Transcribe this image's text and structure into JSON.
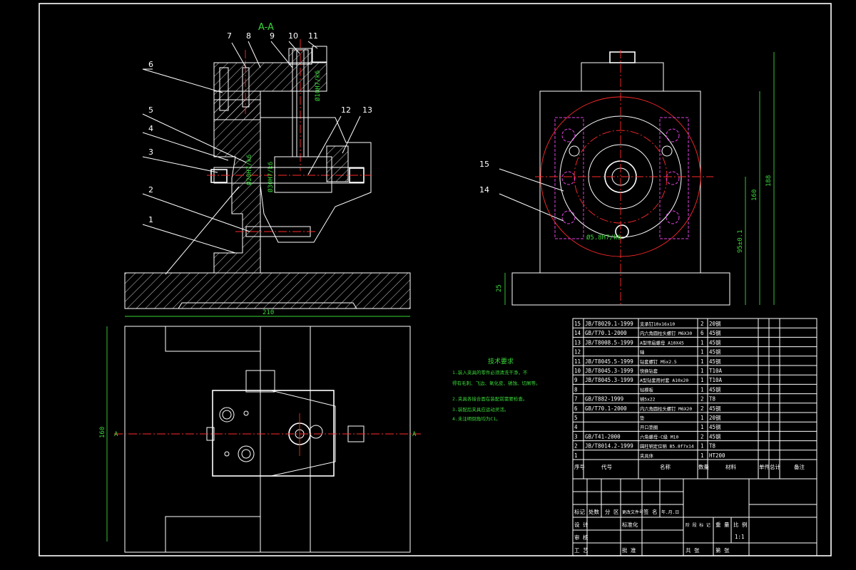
{
  "section_label": "A-A",
  "balloons": [
    {
      "n": "1"
    },
    {
      "n": "2"
    },
    {
      "n": "3"
    },
    {
      "n": "4"
    },
    {
      "n": "5"
    },
    {
      "n": "6"
    },
    {
      "n": "7"
    },
    {
      "n": "8"
    },
    {
      "n": "9"
    },
    {
      "n": "10"
    },
    {
      "n": "11"
    },
    {
      "n": "12"
    },
    {
      "n": "13"
    },
    {
      "n": "14"
    },
    {
      "n": "15"
    }
  ],
  "dims": {
    "width_bottom": "210",
    "height_left": "160",
    "h25": "25",
    "h95": "95±0.1",
    "h160": "160",
    "h188": "188",
    "hole_d": "Ø5.8H7/k6",
    "d10": "Ø10H7/k6",
    "d20": "Ø20H7/k6",
    "d30": "Ø30H7/k6",
    "section_mark": "A"
  },
  "tech_notes": {
    "title": "技术要求",
    "lines": [
      "1.装入夹具的零件必须清洗干净，不",
      "得有毛刺、飞边、氧化皮、锈蚀、切屑等。",
      "2.夹具各接合面在装配前需要检查。",
      "3.装配后夹具应运动灵活。",
      "4.未注明倒角均为C1。"
    ]
  },
  "bom": [
    {
      "no": "15",
      "code": "JB/T8029.1-1999",
      "name": "支承钉10x16x10",
      "qty": "2",
      "mat": "20钢"
    },
    {
      "no": "14",
      "code": "GB/T70.1-2000",
      "name": "内六角圆柱头螺钉 M6X30",
      "qty": "6",
      "mat": "45钢"
    },
    {
      "no": "13",
      "code": "JB/T8008.5-1999",
      "name": "A型带肩螺母 A10X45",
      "qty": "1",
      "mat": "45钢"
    },
    {
      "no": "12",
      "code": "",
      "name": "轴",
      "qty": "1",
      "mat": "45钢"
    },
    {
      "no": "11",
      "code": "JB/T8045.5-1999",
      "name": "钻套螺钉 M5x2.5",
      "qty": "1",
      "mat": "45钢"
    },
    {
      "no": "10",
      "code": "JB/T8045.3-1999",
      "name": "快换钻套",
      "qty": "1",
      "mat": "T10A"
    },
    {
      "no": "9",
      "code": "JB/T8045.3-1999",
      "name": "A型钻套用衬套 A10x20",
      "qty": "1",
      "mat": "T10A"
    },
    {
      "no": "8",
      "code": "",
      "name": "钻模板",
      "qty": "1",
      "mat": "45钢"
    },
    {
      "no": "7",
      "code": "GB/T882-1999",
      "name": "销5x22",
      "qty": "2",
      "mat": "T8"
    },
    {
      "no": "6",
      "code": "GB/T70.1-2000",
      "name": "内六角圆柱头螺钉 M6X20",
      "qty": "2",
      "mat": "45钢"
    },
    {
      "no": "5",
      "code": "",
      "name": "垫",
      "qty": "1",
      "mat": "20钢"
    },
    {
      "no": "4",
      "code": "",
      "name": "开口垫圈",
      "qty": "1",
      "mat": "45钢"
    },
    {
      "no": "3",
      "code": "GB/T41-2000",
      "name": "六角螺母-C级 M10",
      "qty": "2",
      "mat": "45钢"
    },
    {
      "no": "2",
      "code": "JB/T8014.2-1999",
      "name": "圆柱销定位销 B5.8f7x14",
      "qty": "1",
      "mat": "T8"
    },
    {
      "no": "1",
      "code": "",
      "name": "夹具体",
      "qty": "1",
      "mat": "HT200"
    }
  ],
  "bom_header": {
    "no": "序号",
    "code": "代号",
    "name": "名称",
    "qty": "数量",
    "mat": "材料",
    "wt1": "单件",
    "wt2": "总计",
    "note": "备注"
  },
  "title_block": {
    "labels": [
      "标记",
      "处数",
      "分 区",
      "更改文件号",
      "签 名",
      "年.月.日",
      "设 计",
      "标准化",
      "审 核",
      "工 艺",
      "批 准",
      "阶 段 标 记",
      "重 量",
      "比 例",
      "共 张",
      "第 张"
    ],
    "scale": "1:1"
  }
}
